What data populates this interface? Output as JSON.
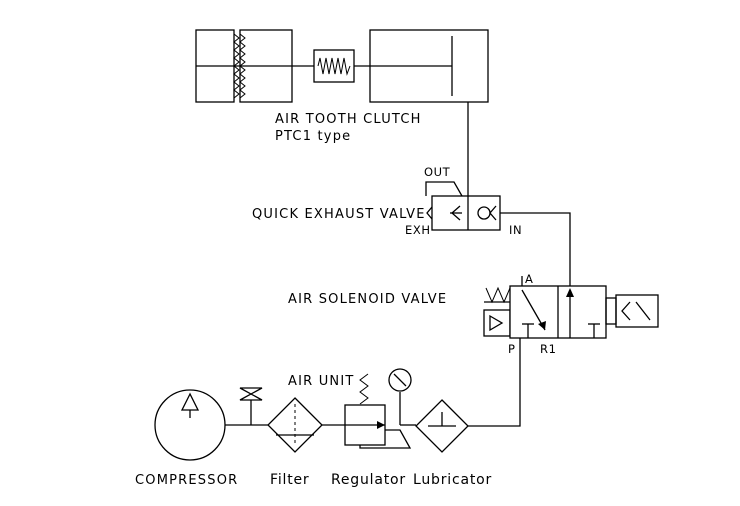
{
  "clutch": {
    "title": "AIR TOOTH CLUTCH",
    "subtitle": "PTC1 type"
  },
  "quick_exhaust_valve": {
    "label": "QUICK EXHAUST VALVE",
    "port_out": "OUT",
    "port_exh": "EXH",
    "port_in": "IN"
  },
  "solenoid_valve": {
    "label": "AIR SOLENOID VALVE",
    "port_a": "A",
    "port_p": "P",
    "port_r1": "R1"
  },
  "air_unit": {
    "label": "AIR UNIT"
  },
  "components": {
    "compressor": "COMPRESSOR",
    "filter": "Filter",
    "regulator": "Regulator",
    "lubricator": "Lubricator"
  }
}
